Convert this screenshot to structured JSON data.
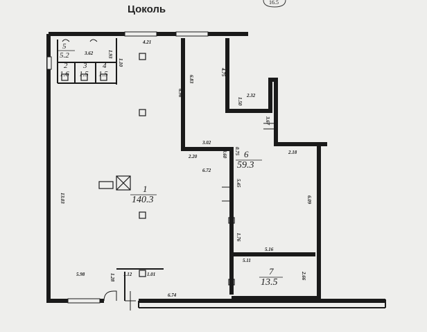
{
  "header": {
    "title": "Цоколь",
    "badge": "16.5"
  },
  "rooms": [
    {
      "id": "1",
      "area": "140.3"
    },
    {
      "id": "2",
      "area": "1.6"
    },
    {
      "id": "3",
      "area": "1.5"
    },
    {
      "id": "4",
      "area": "1.5"
    },
    {
      "id": "5",
      "area": "5.2"
    },
    {
      "id": "6",
      "area": "59.3"
    },
    {
      "id": "7",
      "area": "13.5"
    }
  ],
  "dimensions": {
    "d_421": "4.21",
    "d_362": "3.62",
    "d_193": "1.93",
    "d_110": "1.10",
    "d_696": "6.96",
    "d_683": "6.83",
    "d_475": "4.75",
    "d_150": "1.50",
    "d_232": "2.32",
    "d_367": "3.67",
    "d_302": "3.02",
    "d_220": "2.20",
    "d_060": "0.60",
    "d_075": "0.75",
    "d_218": "2.18",
    "d_672": "6.72",
    "d_545": "5.45",
    "d_609": "6.09",
    "d_1303": "13.03",
    "d_176": "1.76",
    "d_516": "5.16",
    "d_511": "5.11",
    "d_266": "2.66",
    "d_598": "5.98",
    "d_128": "1.28",
    "d_112": "1.12",
    "d_101": "1.01",
    "d_674": "6.74"
  }
}
